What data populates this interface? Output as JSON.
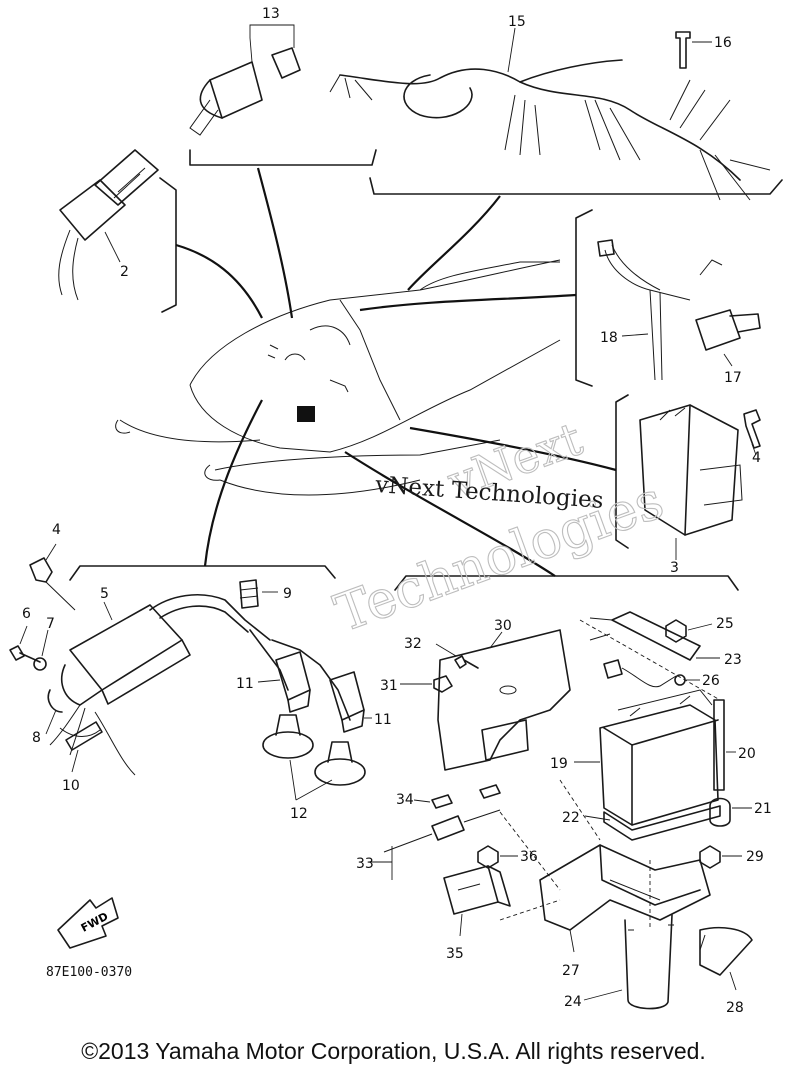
{
  "diagram": {
    "drawing_code": "87E100-0370",
    "fwd_label": "FWD",
    "watermark_line1": "vNext Technologies",
    "watermark_line2": "vNext",
    "watermark_line3": "Technologies",
    "callouts": {
      "p2": "2",
      "p3": "3",
      "p4a": "4",
      "p4b": "4",
      "p5": "5",
      "p6": "6",
      "p7": "7",
      "p8": "8",
      "p9": "9",
      "p10": "10",
      "p11a": "11",
      "p11b": "11",
      "p12": "12",
      "p13": "13",
      "p15": "15",
      "p16": "16",
      "p17": "17",
      "p18": "18",
      "p19": "19",
      "p20": "20",
      "p21": "21",
      "p22": "22",
      "p23": "23",
      "p24": "24",
      "p25": "25",
      "p26": "26",
      "p27": "27",
      "p28": "28",
      "p29": "29",
      "p30": "30",
      "p31": "31",
      "p32": "32",
      "p33": "33",
      "p34": "34",
      "p35": "35",
      "p36": "36"
    }
  },
  "footer": {
    "copyright": "©2013 Yamaha Motor Corporation, U.S.A. All rights reserved."
  }
}
